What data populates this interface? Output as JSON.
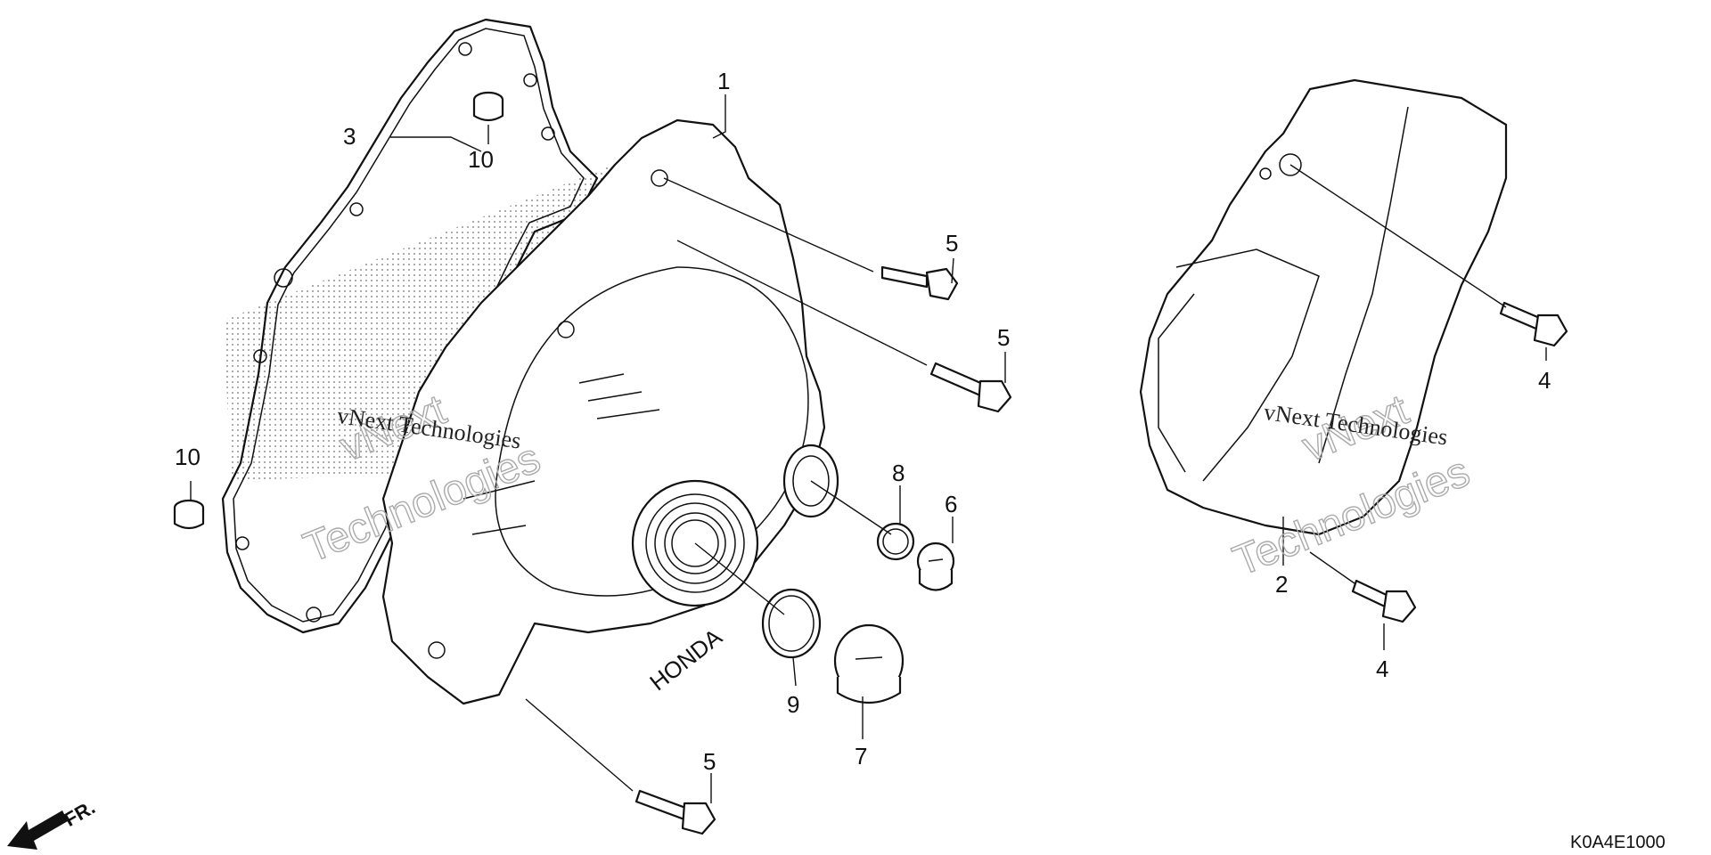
{
  "diagram": {
    "callouts": {
      "c1": "1",
      "c2": "2",
      "c3": "3",
      "c4a": "4",
      "c4b": "4",
      "c5a": "5",
      "c5b": "5",
      "c5c": "5",
      "c6": "6",
      "c7": "7",
      "c8": "8",
      "c9": "9",
      "c10a": "10",
      "c10b": "10"
    },
    "front_indicator": "FR.",
    "diagram_code": "K0A4E1000",
    "watermark": {
      "line_full": "vNext Technologies",
      "word1": "vNext",
      "word2": "Technologies"
    },
    "cover_brand": "HONDA"
  }
}
